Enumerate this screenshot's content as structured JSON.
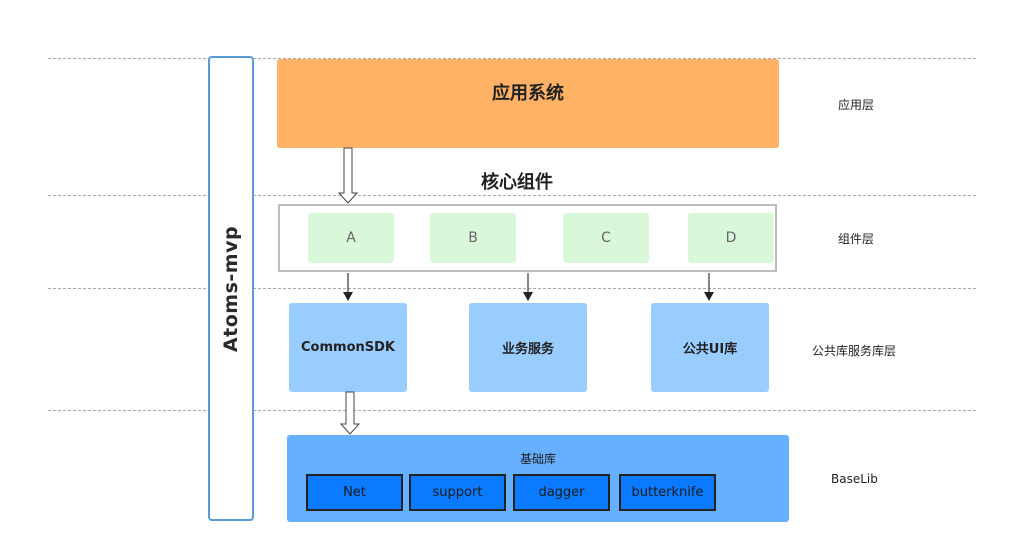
{
  "side_label": "Atoms-mvp",
  "app_system": "应用系统",
  "core_title": "核心组件",
  "components": [
    "A",
    "B",
    "C",
    "D"
  ],
  "services": [
    "CommonSDK",
    "业务服务",
    "公共UI库"
  ],
  "base": {
    "title": "基础库",
    "libs": [
      "Net",
      "support",
      "dagger",
      "butterknife"
    ]
  },
  "layers": {
    "app": "应用层",
    "component": "组件层",
    "service": "公共库服务库层",
    "base": "BaseLib"
  }
}
